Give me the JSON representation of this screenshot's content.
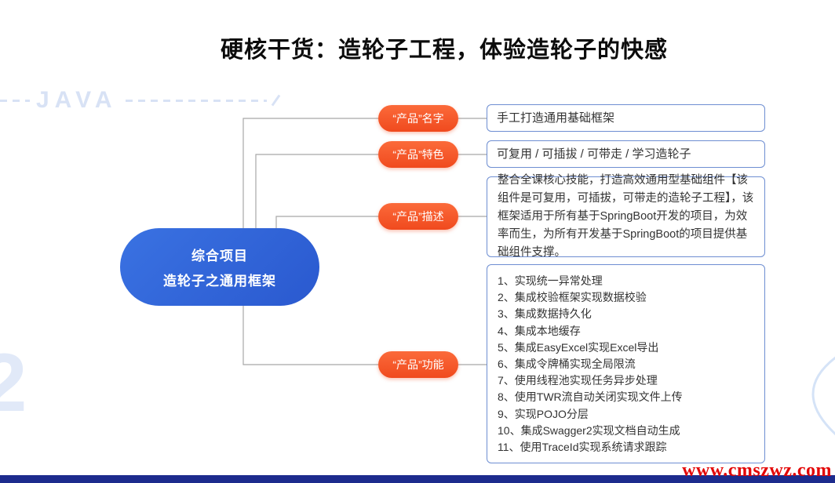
{
  "page": {
    "title": "硬核干货：造轮子工程，体验造轮子的快感",
    "watermark": "JAVA",
    "site_url": "www.cmszwz.com"
  },
  "mindmap": {
    "root": {
      "line1": "综合项目",
      "line2": "造轮子之通用框架"
    },
    "branches": [
      {
        "label": "“产品”名字",
        "content": "手工打造通用基础框架"
      },
      {
        "label": "“产品”特色",
        "content": "可复用 / 可插拔 / 可带走 / 学习造轮子"
      },
      {
        "label": "“产品”描述",
        "content": "整合全课核心技能，打造高效通用型基础组件【该组件是可复用，可插拔，可带走的造轮子工程】，该框架适用于所有基于SpringBoot开发的项目，为效率而生，为所有开发基于SpringBoot的项目提供基础组件支撑。"
      },
      {
        "label": "“产品”功能",
        "items": [
          "1、实现统一异常处理",
          "2、集成校验框架实现数据校验",
          "3、集成数据持久化",
          "4、集成本地缓存",
          "5、集成EasyExcel实现Excel导出",
          "6、集成令牌桶实现全局限流",
          "7、使用线程池实现任务异步处理",
          "8、使用TWR流自动关闭实现文件上传",
          "9、实现POJO分层",
          "10、集成Swagger2实现文档自动生成",
          "11、使用TraceId实现系统请求跟踪"
        ]
      }
    ]
  },
  "colors": {
    "root_node_blue": "#2f62d8",
    "branch_label_orange": "#f5552b",
    "box_border_blue": "#6e8ed2",
    "bottom_bar_navy": "#1d2b8d",
    "site_url_red": "#e30505",
    "watermark_blue": "#d8e2f5"
  }
}
